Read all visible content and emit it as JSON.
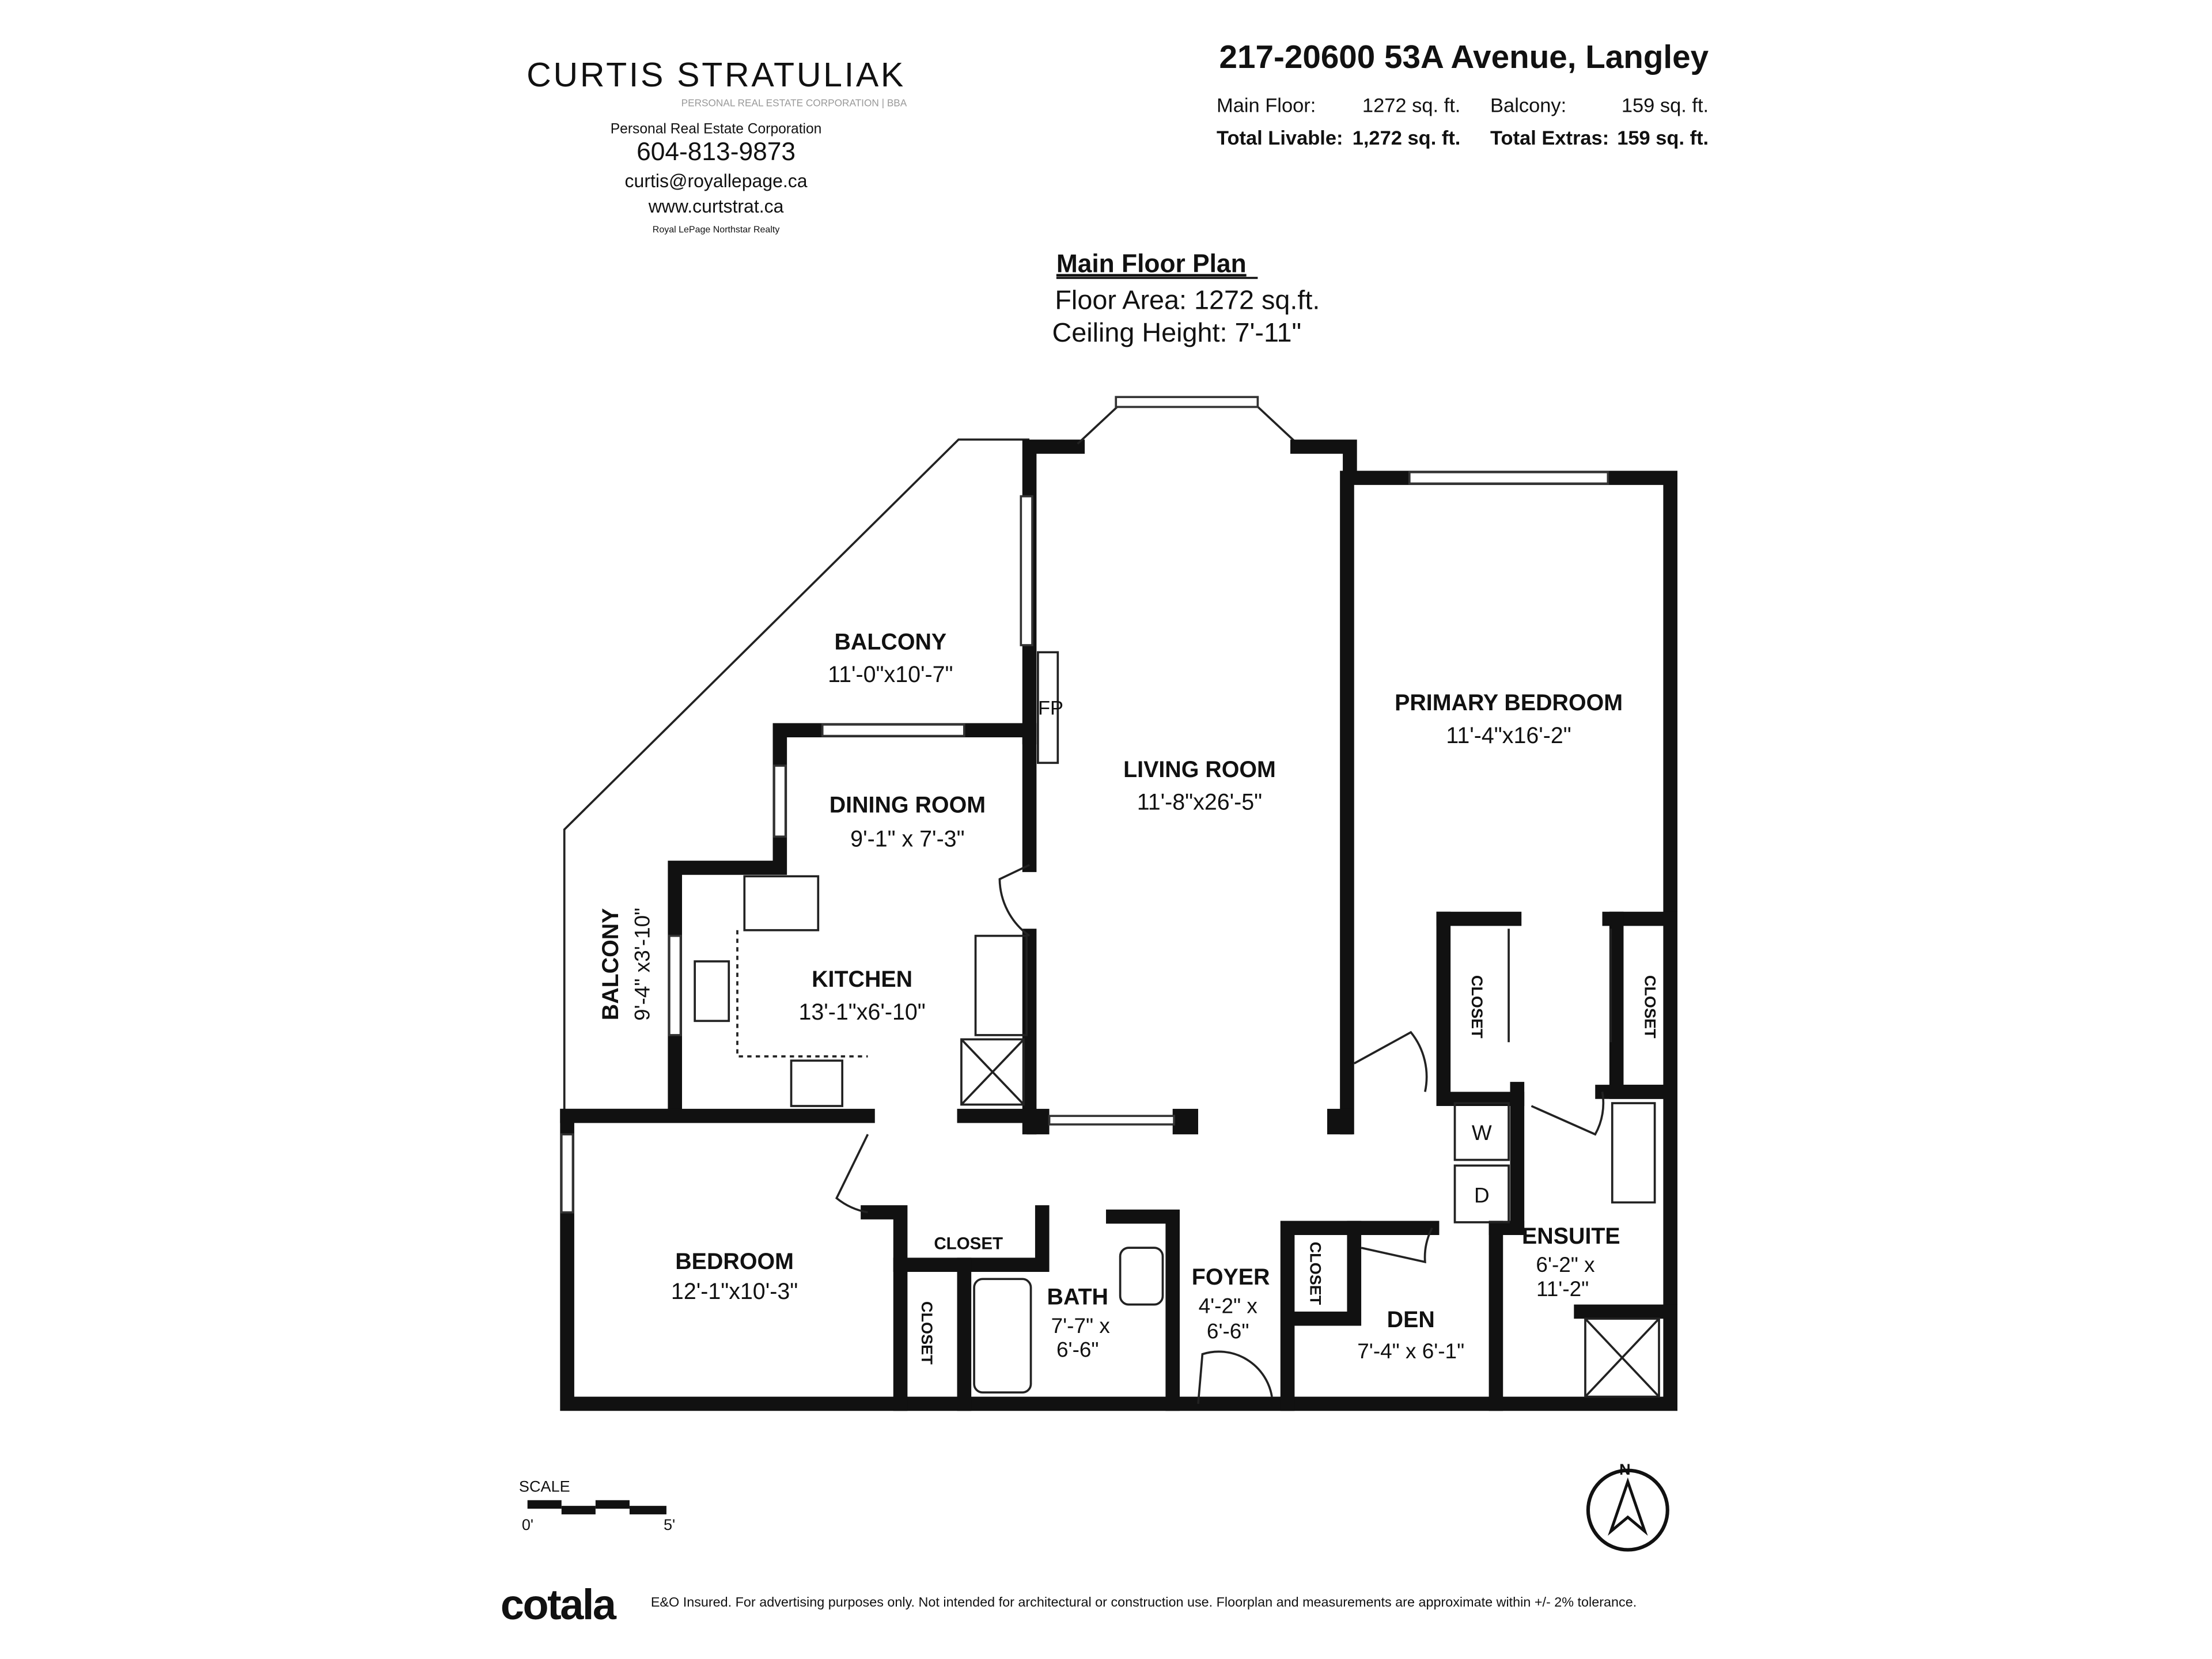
{
  "brand": {
    "name": "CURTIS STRATULIAK",
    "tagline": "PERSONAL REAL ESTATE CORPORATION | BBA",
    "corp": "Personal Real Estate Corporation",
    "phone": "604-813-9873",
    "email": "curtis@royallepage.ca",
    "website": "www.curtstrat.ca",
    "brokerage": "Royal LePage Northstar Realty"
  },
  "property": {
    "address": "217-20600 53A Avenue, Langley",
    "main_floor_label": "Main Floor:",
    "main_floor_value": "1272 sq. ft.",
    "balcony_label": "Balcony:",
    "balcony_value": "159 sq. ft.",
    "total_livable_label": "Total Livable:",
    "total_livable_value": "1,272 sq. ft.",
    "total_extras_label": "Total Extras:",
    "total_extras_value": "159 sq. ft."
  },
  "plan": {
    "title": "Main Floor Plan",
    "floor_area": "Floor Area: 1272 sq.ft.",
    "ceiling_height": "Ceiling Height: 7'-11\""
  },
  "rooms": [
    {
      "name": "BALCONY",
      "dims": "11'-0\"x10'-7\""
    },
    {
      "name": "DINING ROOM",
      "dims": "9'-1\" x 7'-3\""
    },
    {
      "name": "LIVING ROOM",
      "dims": "11'-8\"x26'-5\""
    },
    {
      "name": "PRIMARY BEDROOM",
      "dims": "11'-4\"x16'-2\""
    },
    {
      "name": "KITCHEN",
      "dims": "13'-1\"x6'-10\""
    },
    {
      "name": "BALCONY",
      "dims": "9'-4\" x3'-10\""
    },
    {
      "name": "BEDROOM",
      "dims": "12'-1\"x10'-3\""
    },
    {
      "name": "BATH",
      "dims": "7'-7\" x",
      "dims2": "6'-6\""
    },
    {
      "name": "FOYER",
      "dims": "4'-2\" x",
      "dims2": "6'-6\""
    },
    {
      "name": "DEN",
      "dims": "7'-4\" x 6'-1\""
    },
    {
      "name": "ENSUITE",
      "dims": "6'-2\" x",
      "dims2": "11'-2\""
    }
  ],
  "labels": {
    "closet": "CLOSET",
    "fp": "FP",
    "washer": "W",
    "dryer": "D",
    "north": "N",
    "scale": "SCALE",
    "scale_start": "0'",
    "scale_end": "5'"
  },
  "footer": {
    "logo": "cotala",
    "disclaimer": "E&O Insured. For advertising purposes only. Not intended for architectural or construction use. Floorplan and measurements are approximate within +/- 2% tolerance."
  }
}
